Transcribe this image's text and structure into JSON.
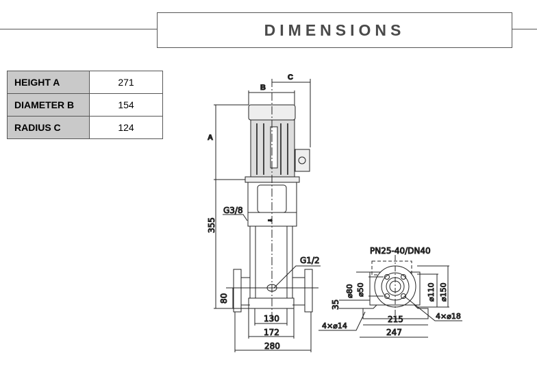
{
  "header": {
    "title": "DIMENSIONS"
  },
  "table": [
    {
      "label": "HEIGHT A",
      "value": "271"
    },
    {
      "label": "DIAMETER B",
      "value": "154"
    },
    {
      "label": "RADIUS C",
      "value": "124"
    }
  ],
  "front_view": {
    "A": "A",
    "B": "B",
    "C": "C",
    "d355": "355",
    "d80": "80",
    "g38": "G3/8",
    "g12": "G1/2",
    "d130": "130",
    "d172": "172",
    "d280": "280"
  },
  "side_view": {
    "flange": "PN25-40/DN40",
    "d80": "⌀80",
    "d50": "⌀50",
    "d110": "⌀110",
    "d150": "⌀150",
    "d35": "35",
    "d215": "215",
    "d247": "247",
    "h14": "4×⌀14",
    "h18": "4×⌀18"
  }
}
